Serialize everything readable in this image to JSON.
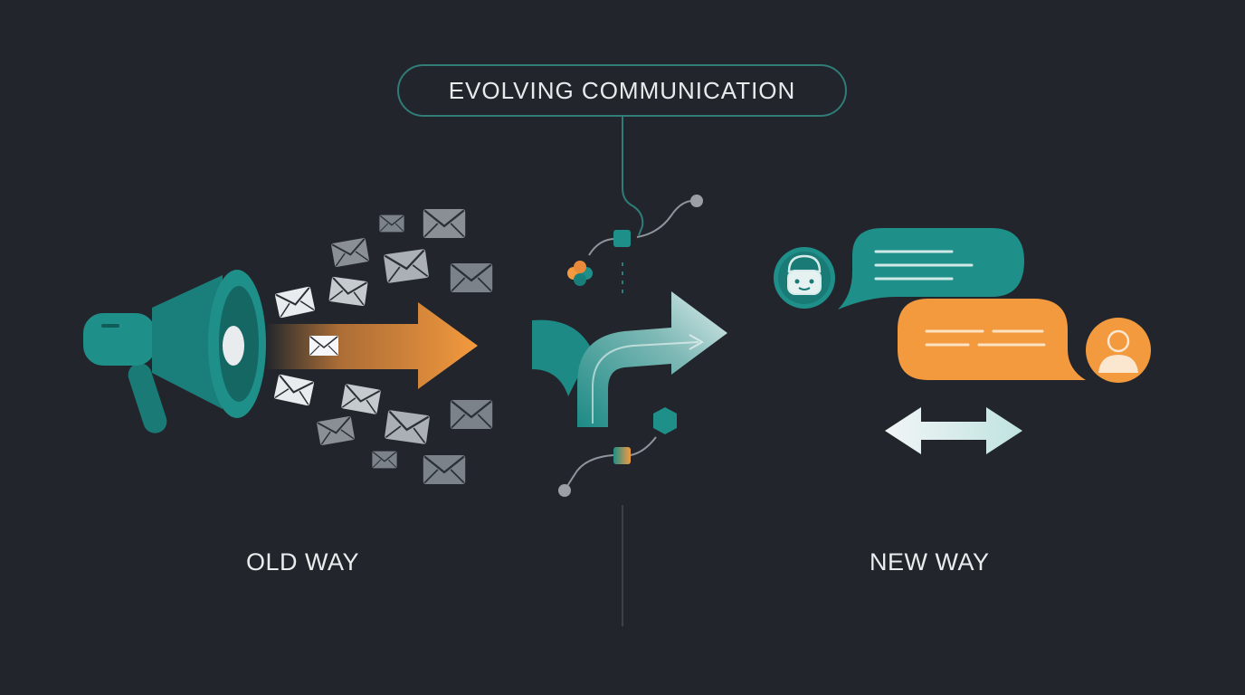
{
  "title": "EVOLVING COMMUNICATION",
  "old_way": {
    "label": "OLD WAY",
    "icon": "megaphone-icon"
  },
  "new_way": {
    "label": "NEW WAY",
    "icon": "chat-bubbles-icon"
  },
  "colors": {
    "background": "#22262c",
    "teal": "#1f8f8a",
    "orange": "#f39a3e",
    "envelope_gray": "#8a8f96",
    "envelope_light": "#e8ecef",
    "divider": "#3c4248"
  }
}
